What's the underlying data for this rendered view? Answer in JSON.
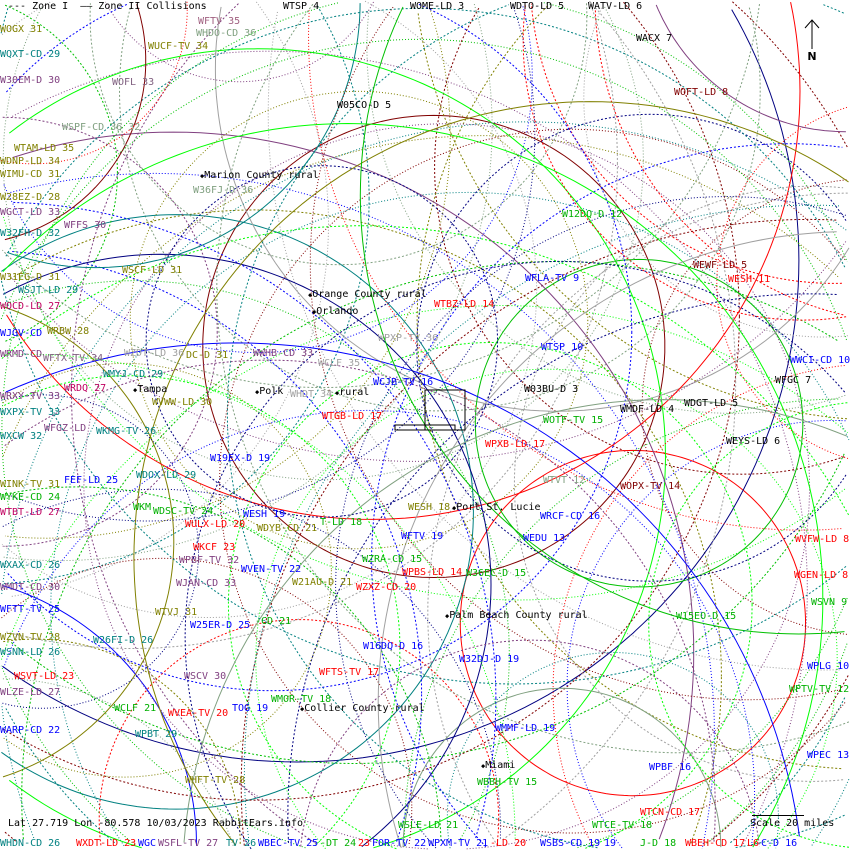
{
  "legend": {
    "zone1": "--- Zone I",
    "zone2": "—— Zone II Collisions"
  },
  "status": "Lat 27.719 Lon -80.578 10/03/2023 RabbitEars.info",
  "scale_label": "Scale 20 miles",
  "north_label": "N",
  "colors": {
    "olive": "#808000",
    "teal": "#008080",
    "purple": "#804080",
    "gray": "#808080",
    "graygreen": "#80a080",
    "blue": "#0000ff",
    "red": "#ff0000",
    "darkred": "#800000",
    "green": "#00b000",
    "black": "#000000"
  },
  "cities": [
    "Marion County rural",
    "Orange County rural",
    "Orlando",
    "Tampa",
    "Polk",
    "rural",
    "Port St. Lucie",
    "Palm Beach County rural",
    "Collier County rural",
    "Miami"
  ],
  "stations": [
    {
      "text": "WOGX 31",
      "color": "#808000"
    },
    {
      "text": "WQXT-CD 29",
      "color": "#008080"
    },
    {
      "text": "W30EM-D 30",
      "color": "#804080"
    },
    {
      "text": "WOFL 33",
      "color": "#806080"
    },
    {
      "text": "WFTV 35",
      "color": "#a06080"
    },
    {
      "text": "WHDO-CD 36",
      "color": "#80a080"
    },
    {
      "text": "WUCF-TV 34",
      "color": "#808000"
    },
    {
      "text": "WTSP 4",
      "color": "#000000"
    },
    {
      "text": "WOME-LD 3",
      "color": "#000000"
    },
    {
      "text": "WDTO-LD 5",
      "color": "#000000"
    },
    {
      "text": "WATV-LD 6",
      "color": "#000000"
    },
    {
      "text": "WACX 7",
      "color": "#000000"
    },
    {
      "text": "WOFT-LD 8",
      "color": "#800000"
    },
    {
      "text": "W05CO-D 5",
      "color": "#000000"
    },
    {
      "text": "WSPF-CD 36 32",
      "color": "#80a080"
    },
    {
      "text": "WTAM-LD 35",
      "color": "#808000"
    },
    {
      "text": "WDNP-LD 34",
      "color": "#808000"
    },
    {
      "text": "WIMU-CD 31",
      "color": "#808000"
    },
    {
      "text": "W36FJ-D 36",
      "color": "#80a080"
    },
    {
      "text": "W28EZ-D 28",
      "color": "#808000"
    },
    {
      "text": "WGCT-LD 33",
      "color": "#804080"
    },
    {
      "text": "WFFS 30",
      "color": "#804080"
    },
    {
      "text": "W32FH-D 32",
      "color": "#008080"
    },
    {
      "text": "W12DQ-D 12",
      "color": "#00b000"
    },
    {
      "text": "WSCF-LD 31",
      "color": "#808000"
    },
    {
      "text": "W31EG-D 31",
      "color": "#808000"
    },
    {
      "text": "WFLA-TV 9",
      "color": "#0000ff"
    },
    {
      "text": "WEWF-LD 5",
      "color": "#800000"
    },
    {
      "text": "WESH 11",
      "color": "#ff0000"
    },
    {
      "text": "WSJT-LD 29",
      "color": "#008080"
    },
    {
      "text": "WTBZ-LD 14",
      "color": "#ff0000"
    },
    {
      "text": "WOCD-LD 27",
      "color": "#c00060"
    },
    {
      "text": "WRBW 28",
      "color": "#808000"
    },
    {
      "text": "WJGV-CD",
      "color": "#0000ff"
    },
    {
      "text": "WPXP-TV 36",
      "color": "#a0a0a0"
    },
    {
      "text": "WTSP 10",
      "color": "#0000ff"
    },
    {
      "text": "WRMD-CD",
      "color": "#804080"
    },
    {
      "text": "WFTX-TV 34",
      "color": "#806080"
    },
    {
      "text": "WZDT-LD 36",
      "color": "#a0a0a0"
    },
    {
      "text": "DC-D 31",
      "color": "#808000"
    },
    {
      "text": "WWHB-CD 33",
      "color": "#804080"
    },
    {
      "text": "WCLF 35",
      "color": "#a0a0a0"
    },
    {
      "text": "WCJB-TV 16",
      "color": "#0000ff"
    },
    {
      "text": "WMYJ-CD 29",
      "color": "#008080"
    },
    {
      "text": "WRXY-TV 33",
      "color": "#804080"
    },
    {
      "text": "WRDQ 27",
      "color": "#c00060"
    },
    {
      "text": "WVWW-LD 30",
      "color": "#808000"
    },
    {
      "text": "WHDT 34",
      "color": "#a0a0a0"
    },
    {
      "text": "W03BU-D 3",
      "color": "#000000"
    },
    {
      "text": "WWCI-CD 10",
      "color": "#0000ff"
    },
    {
      "text": "WFGC 7",
      "color": "#000000"
    },
    {
      "text": "WXPX-TV 33",
      "color": "#008080"
    },
    {
      "text": "WFGZ-LD",
      "color": "#804080"
    },
    {
      "text": "WKMG-TV 26",
      "color": "#008080"
    },
    {
      "text": "WTGB-LD 17",
      "color": "#ff0000"
    },
    {
      "text": "WOTF-TV 15",
      "color": "#00b000"
    },
    {
      "text": "WMDF-LD 4",
      "color": "#000000"
    },
    {
      "text": "WDGT-LD 5",
      "color": "#000000"
    },
    {
      "text": "WXCW 32",
      "color": "#008080"
    },
    {
      "text": "WEYS-LD 6",
      "color": "#000000"
    },
    {
      "text": "WPXB-LD 17",
      "color": "#ff0000"
    },
    {
      "text": "W19EX-D 19",
      "color": "#0000ff"
    },
    {
      "text": "WDOX-LD 29",
      "color": "#008080"
    },
    {
      "text": "FEF-LD 25",
      "color": "#0000ff"
    },
    {
      "text": "WINK-TV 31",
      "color": "#808000"
    },
    {
      "text": "WTVT 12",
      "color": "#80a080"
    },
    {
      "text": "WOPX-TV 14",
      "color": "#800000"
    },
    {
      "text": "WYKE-CD 24",
      "color": "#00b000"
    },
    {
      "text": "WKM",
      "color": "#00b000"
    },
    {
      "text": "WDSC-TV 24",
      "color": "#00b000"
    },
    {
      "text": "WESH 19",
      "color": "#0000ff"
    },
    {
      "text": "WESH 18",
      "color": "#808000"
    },
    {
      "text": "WTBT-LD 27",
      "color": "#c00060"
    },
    {
      "text": "WULX-LD 20",
      "color": "#ff0000"
    },
    {
      "text": "WDYB-CD 21",
      "color": "#808000"
    },
    {
      "text": "T-LD 18",
      "color": "#00b000"
    },
    {
      "text": "WRCF-CD 16",
      "color": "#0000ff"
    },
    {
      "text": "WFTV 19",
      "color": "#0000ff"
    },
    {
      "text": "WEDU 13",
      "color": "#0000ff"
    },
    {
      "text": "WKCF 23",
      "color": "#ff0000"
    },
    {
      "text": "WPBF-TV 32",
      "color": "#804080"
    },
    {
      "text": "WXAX-CD 26",
      "color": "#008080"
    },
    {
      "text": "WZRA-CD 15",
      "color": "#00b000"
    },
    {
      "text": "WVFW-LD 8",
      "color": "#ff0000"
    },
    {
      "text": "WPBS-LD 14",
      "color": "#ff0000"
    },
    {
      "text": "W36EC-D 15",
      "color": "#00b000"
    },
    {
      "text": "WVEN-TV 22",
      "color": "#0000ff"
    },
    {
      "text": "WGEN-LD 8",
      "color": "#ff0000"
    },
    {
      "text": "WMDT-CD 30",
      "color": "#804080"
    },
    {
      "text": "WJAN-CD 33",
      "color": "#804080"
    },
    {
      "text": "W21AU-D 21",
      "color": "#808000"
    },
    {
      "text": "WZXZ-CD 20",
      "color": "#ff0000"
    },
    {
      "text": "WSVN 9",
      "color": "#00b000"
    },
    {
      "text": "WFTT-TV 25",
      "color": "#0000ff"
    },
    {
      "text": "WTVJ 31",
      "color": "#808000"
    },
    {
      "text": "W15EO-D 15",
      "color": "#00b000"
    },
    {
      "text": "W25ER-D 25",
      "color": "#0000ff"
    },
    {
      "text": "-CD 21",
      "color": "#00b000"
    },
    {
      "text": "WZVN-TV 28",
      "color": "#808000"
    },
    {
      "text": "W26FI-D 26",
      "color": "#008080"
    },
    {
      "text": "W16DQ-D 16",
      "color": "#0000ff"
    },
    {
      "text": "WSNN-LD 26",
      "color": "#008080"
    },
    {
      "text": "WPLG 10",
      "color": "#0000ff"
    },
    {
      "text": "W32DJ-D 19",
      "color": "#0000ff"
    },
    {
      "text": "WSVT-LD 23",
      "color": "#ff0000"
    },
    {
      "text": "WFTS-TV 17",
      "color": "#ff0000"
    },
    {
      "text": "WSCV 30",
      "color": "#804080"
    },
    {
      "text": "WLZE-LD 27",
      "color": "#804080"
    },
    {
      "text": "WPTV-TV 12",
      "color": "#00b000"
    },
    {
      "text": "WMOR-TV 18",
      "color": "#00b000"
    },
    {
      "text": "WCLF 21",
      "color": "#00b000"
    },
    {
      "text": "WVEA-TV 20",
      "color": "#ff0000"
    },
    {
      "text": "TOG 19",
      "color": "#0000ff"
    },
    {
      "text": "WARP-CD 22",
      "color": "#0000ff"
    },
    {
      "text": "WPBT 29",
      "color": "#008080"
    },
    {
      "text": "WMMF-LD 19",
      "color": "#0000ff"
    },
    {
      "text": "WPEC 13",
      "color": "#0000ff"
    },
    {
      "text": "WPBF 16",
      "color": "#0000ff"
    },
    {
      "text": "WHFT-TV 28",
      "color": "#808000"
    },
    {
      "text": "WBBH-TV 15",
      "color": "#00b000"
    },
    {
      "text": "WTCN-CD 17",
      "color": "#ff0000"
    },
    {
      "text": "WSLE-LD 21",
      "color": "#00b000"
    },
    {
      "text": "WTCE-TV 18",
      "color": "#00b000"
    },
    {
      "text": "WHDN-CD 26",
      "color": "#008080"
    },
    {
      "text": "WXDT-LD 23",
      "color": "#ff0000"
    },
    {
      "text": "WGC",
      "color": "#0000ff"
    },
    {
      "text": "WSFL-TV 27",
      "color": "#804080"
    },
    {
      "text": "TV 26",
      "color": "#008080"
    },
    {
      "text": "WBEC-TV 25",
      "color": "#0000ff"
    },
    {
      "text": "-DT 24",
      "color": "#00b000"
    },
    {
      "text": "23",
      "color": "#ff0000"
    },
    {
      "text": "FOR-TV 22",
      "color": "#0000ff"
    },
    {
      "text": "WPXM-TV 21",
      "color": "#0000ff"
    },
    {
      "text": "-LD 20",
      "color": "#ff0000"
    },
    {
      "text": "WSBS-CD 19",
      "color": "#0000ff"
    },
    {
      "text": "19",
      "color": "#0000ff"
    },
    {
      "text": "J-D 18",
      "color": "#00b000"
    },
    {
      "text": "WBEH-CD 17",
      "color": "#ff0000"
    },
    {
      "text": "L6",
      "color": "#ff0000"
    },
    {
      "text": "C-D 16",
      "color": "#0000ff"
    }
  ]
}
